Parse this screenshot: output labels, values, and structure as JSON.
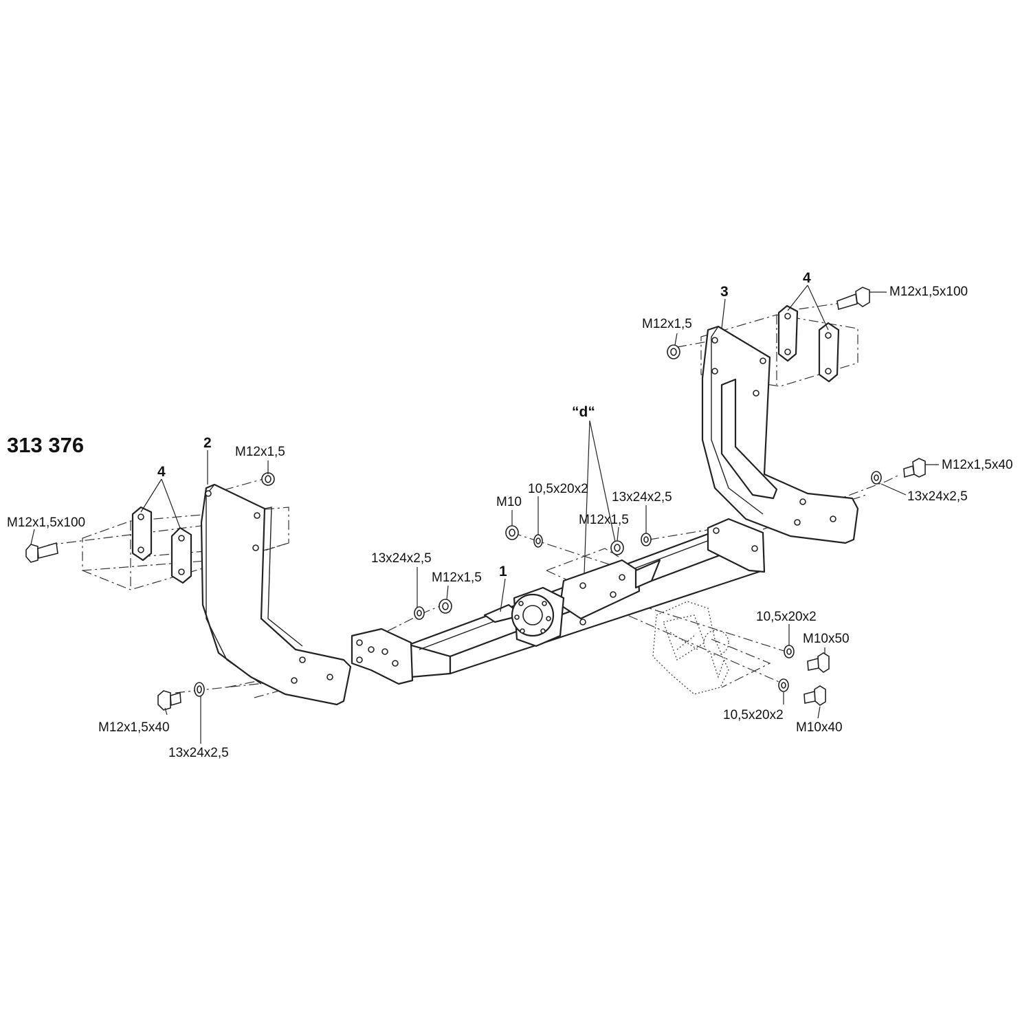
{
  "title": "313 376",
  "parts": {
    "main_bar": "1",
    "left_bracket": "2",
    "right_bracket": "3",
    "clamp_left": "4",
    "clamp_right": "4",
    "detail": "“d“"
  },
  "labels": {
    "left_long_bolt": "M12x1,5x100",
    "left_top_nut": "M12x1,5",
    "left_bottom_bolt": "M12x1,5x40",
    "left_bottom_washer": "13x24x2,5",
    "center_washer": "13x24x2,5",
    "center_nut": "M12x1,5",
    "m10_nut": "M10",
    "washer_10_top": "10,5x20x2",
    "mid_nut": "M12x1,5",
    "mid_washer": "13x24x2,5",
    "right_top_nut": "M12x1,5",
    "right_long_bolt": "M12x1,5x100",
    "right_bolt_40": "M12x1,5x40",
    "right_washer": "13x24x2,5",
    "ball_washer_top": "10,5x20x2",
    "ball_bolt_50": "M10x50",
    "ball_washer_bottom": "10,5x20x2",
    "ball_bolt_40": "M10x40"
  }
}
